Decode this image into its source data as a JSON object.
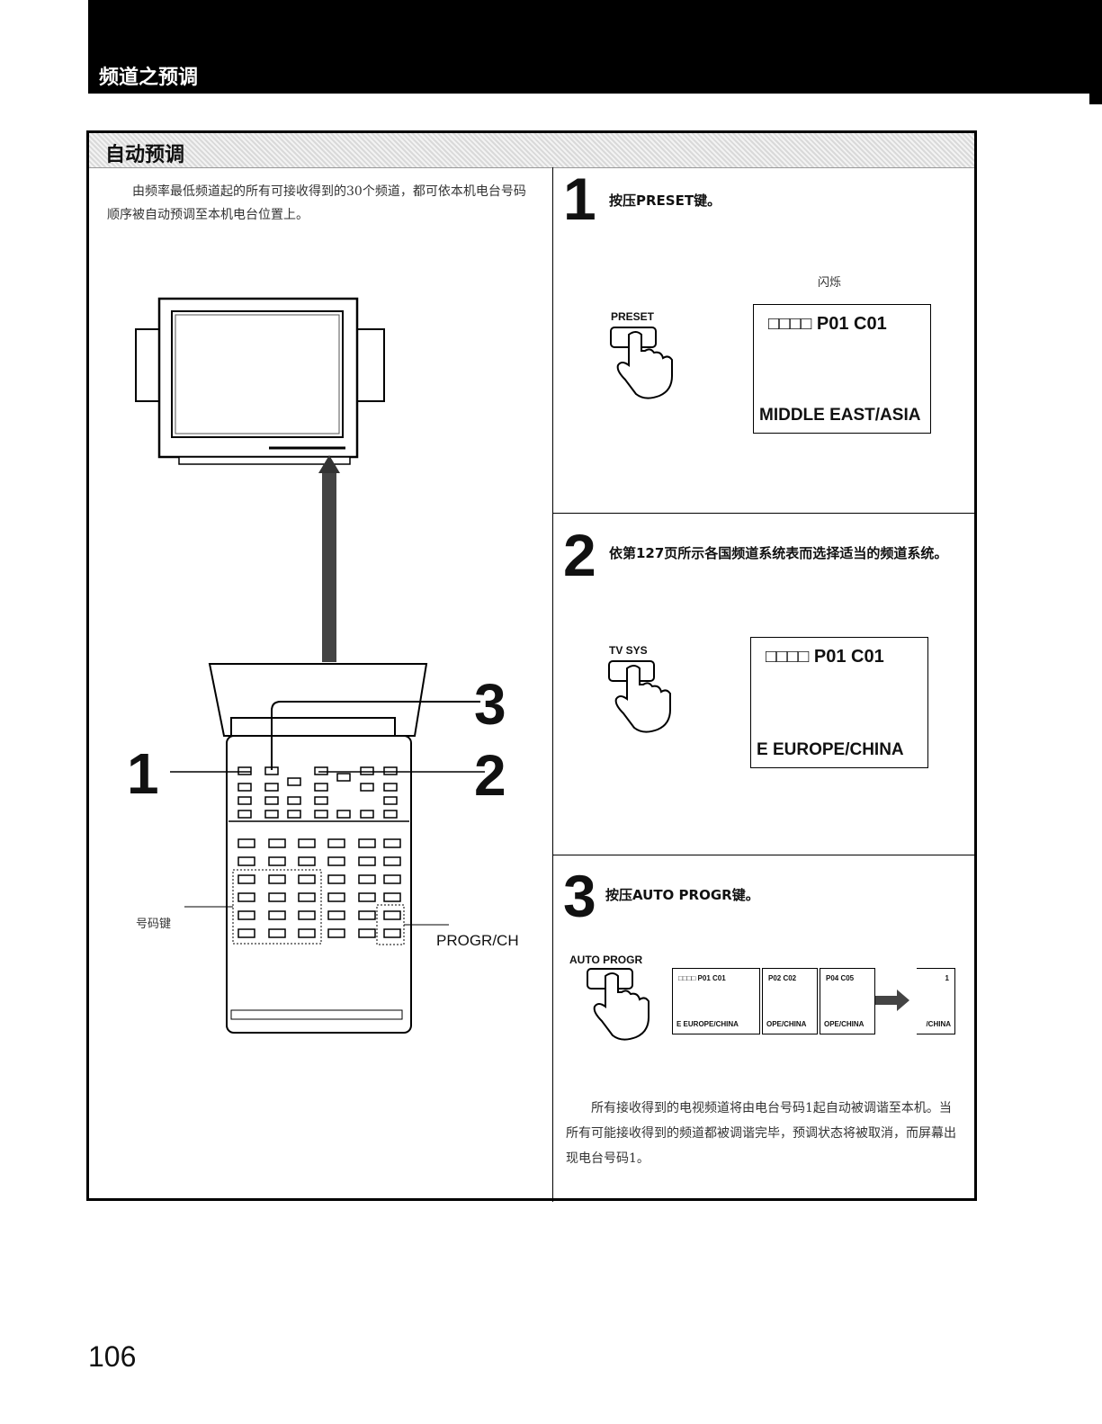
{
  "header": {
    "title": "频道之预调"
  },
  "section": {
    "title": "自动预调"
  },
  "intro": "由频率最低频道起的所有可接收得到的30个频道，都可依本机电台号码顺序被自动预调至本机电台位置上。",
  "illustration": {
    "callout_1": "1",
    "callout_2": "2",
    "callout_3": "3",
    "number_keys_label": "号码键",
    "progr_ch_label": "PROGR/CH"
  },
  "steps": [
    {
      "number": "1",
      "text": "按压PRESET键。",
      "key_label": "PRESET",
      "blink_label": "闪烁",
      "lcd_top": "□□□□ P01   C01",
      "lcd_bottom": "MIDDLE EAST/ASIA"
    },
    {
      "number": "2",
      "text": "依第127页所示各国频道系统表而选择适当的频道系统。",
      "key_label": "TV  SYS",
      "lcd_top": "□□□□ P01   C01",
      "lcd_bottom": "E   EUROPE/CHINA"
    },
    {
      "number": "3",
      "text": "按压AUTO  PROGR键。",
      "key_label": "AUTO PROGR",
      "sequence": [
        {
          "top": "□□□□  P01  C01",
          "bottom": "E  EUROPE/CHINA"
        },
        {
          "top": "P02  C02",
          "bottom": "OPE/CHINA"
        },
        {
          "top": "P04  C05",
          "bottom": "OPE/CHINA"
        },
        {
          "top": "1",
          "bottom": "/CHINA"
        }
      ]
    }
  ],
  "result": "所有接收得到的电视频道将由电台号码1起自动被调谐至本机。当所有可能接收得到的频道都被调谐完毕，预调状态将被取消，而屏幕出现电台号码1。",
  "page_number": "106"
}
